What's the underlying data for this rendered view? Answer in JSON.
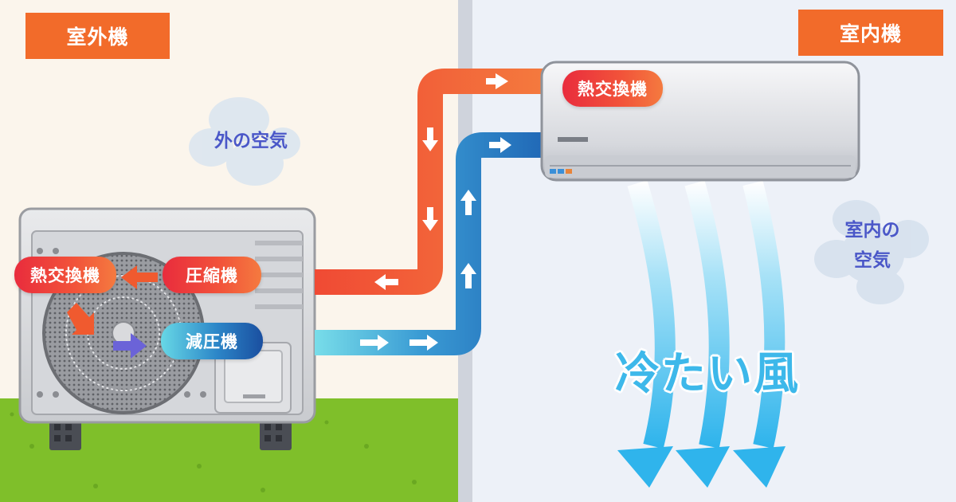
{
  "outdoor": {
    "title": "室外機",
    "air_label": "外の空気",
    "heat_exchanger_label": "熱交換機",
    "compressor_label": "圧縮機",
    "expansion_valve_label": "減圧機"
  },
  "indoor": {
    "title": "室内機",
    "air_label_line1": "室内の",
    "air_label_line2": "空気",
    "heat_exchanger_label": "熱交換機",
    "wind_label": "冷たい風"
  },
  "colors": {
    "label_orange": "#f26b2a",
    "hot_pipe": "#f25a35",
    "cold_pipe": "#2a82c8",
    "cool_air": "#3db8ea",
    "outdoor_bg": "#fbf5ec",
    "indoor_bg": "#edf1f8",
    "grass": "#7fbf2a",
    "text_blue": "#4a57c8"
  }
}
